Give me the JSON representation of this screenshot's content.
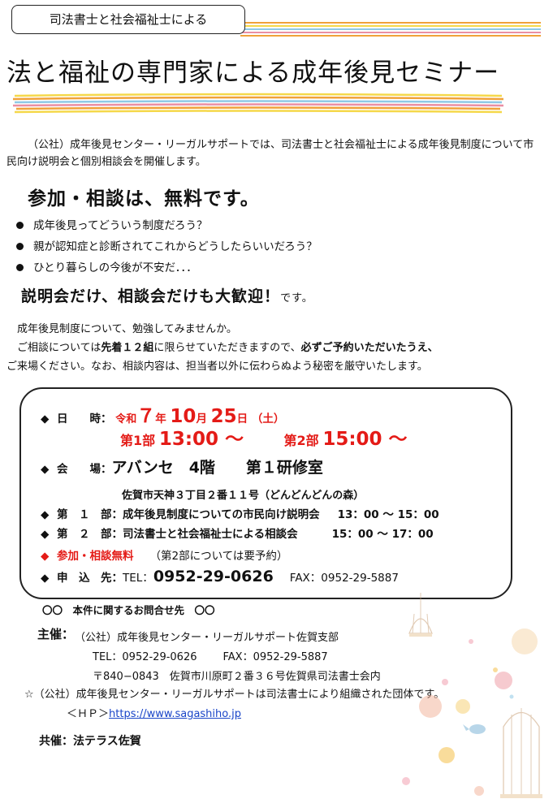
{
  "tag_label": "司法書士と社会福祉士による",
  "title": "法と福祉の専門家による成年後見セミナー",
  "intro": "（公社）成年後見センター・リーガルサポートでは、司法書士と社会福祉士による成年後見制度について市民向け説明会と個別相談会を開催します。",
  "free_headline": "参加・相談は、無料です。",
  "bullets": [
    "成年後見ってどういう制度だろう？",
    "親が認知症と診断されてこれからどうしたらいいだろう？",
    "ひとり暮らしの今後が不安だ．．．"
  ],
  "welcome": {
    "main": "説明会だけ、相談会だけも大歓迎！",
    "suffix": "です。"
  },
  "paragraph": {
    "line1": "成年後見制度について、勉強してみませんか。",
    "line2_a": "ご相談については",
    "line2_b": "先着１２組",
    "line2_c": "に限らせていただきますので、",
    "line2_d": "必ずご予約いただいたうえ、",
    "line3": "ご来場ください。なお、相談内容は、担当者以外に伝わらぬよう秘密を厳守いたします。"
  },
  "event": {
    "date_label": "日　　時：",
    "era": "令和",
    "year": "７",
    "year_unit": "年",
    "month": "10",
    "month_unit": "月",
    "day": "25",
    "day_unit": "日",
    "weekday": "（土）",
    "part1_label": "第1部",
    "part1_time": "13:00 〜",
    "part2_label": "第2部",
    "part2_time": "15:00 〜",
    "venue_label": "会　　場：",
    "venue": "アバンセ　4階　　第１研修室",
    "address": "佐賀市天神３丁目２番１１号（どんどんどんの森）",
    "prog1_label": "第　１　部：",
    "prog1_desc": "成年後見制度についての市民向け説明会",
    "prog1_time": "13：00 〜 15：00",
    "prog2_label": "第　２　部：",
    "prog2_desc": "司法書士と社会福祉士による相談会",
    "prog2_time": "15：00 〜 17：00",
    "fee": "参加・相談無料",
    "fee_note": "（第2部については要予約）",
    "apply_label": "申　込　先：",
    "tel_label": "TEL：",
    "tel": "0952-29-0626",
    "fax": "FAX：0952-29-5887"
  },
  "contact_header": "〇〇　本件に関するお問合せ先　〇〇",
  "host": {
    "label": "主催：",
    "org": "（公社）成年後見センター・リーガルサポート佐賀支部",
    "tel": "TEL：0952-29-0626",
    "fax": "FAX：0952-29-5887",
    "address": "〒840−0843　佐賀市川原町２番３６号佐賀県司法書士会内"
  },
  "note": "☆（公社）成年後見センター・リーガルサポートは司法書士により組織された団体です。",
  "hp_label": "＜ＨＰ＞",
  "hp_url": "https://www.sagashiho.jp",
  "cohost": "共催：法テラス佐賀",
  "colors": {
    "accent_red": "#e41b17",
    "stripe_orange": "#f0a23a",
    "stripe_yellow": "#f5d84a",
    "stripe_blue": "#8fc9e6",
    "stripe_pink": "#ea8fa3",
    "link_blue": "#1a45c8"
  }
}
